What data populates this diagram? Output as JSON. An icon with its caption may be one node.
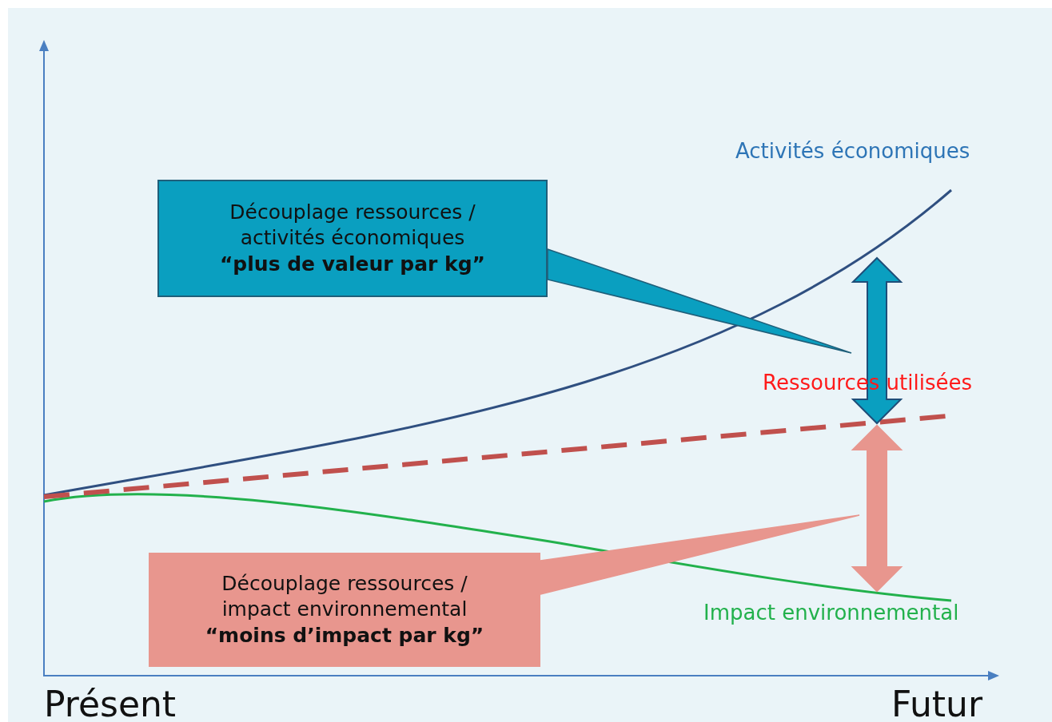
{
  "diagram": {
    "nodes": [
      {
        "text": [
          "Découplage ressources / activités économiques",
          "“plus de valeur par kg”"
        ]
      },
      {
        "text": [
          "Découplage ressources / impact environnemental",
          "“moins d’impact par kg”"
        ]
      }
    ],
    "edges": [
      {
        "from": 0,
        "to": null,
        "arrow": "to"
      },
      {
        "from": 1,
        "to": null,
        "arrow": "to"
      }
    ],
    "labels": [
      "Activités économiques",
      "Ressources utilisées",
      "Impact environnemental",
      "Présent",
      "Futur"
    ]
  }
}
